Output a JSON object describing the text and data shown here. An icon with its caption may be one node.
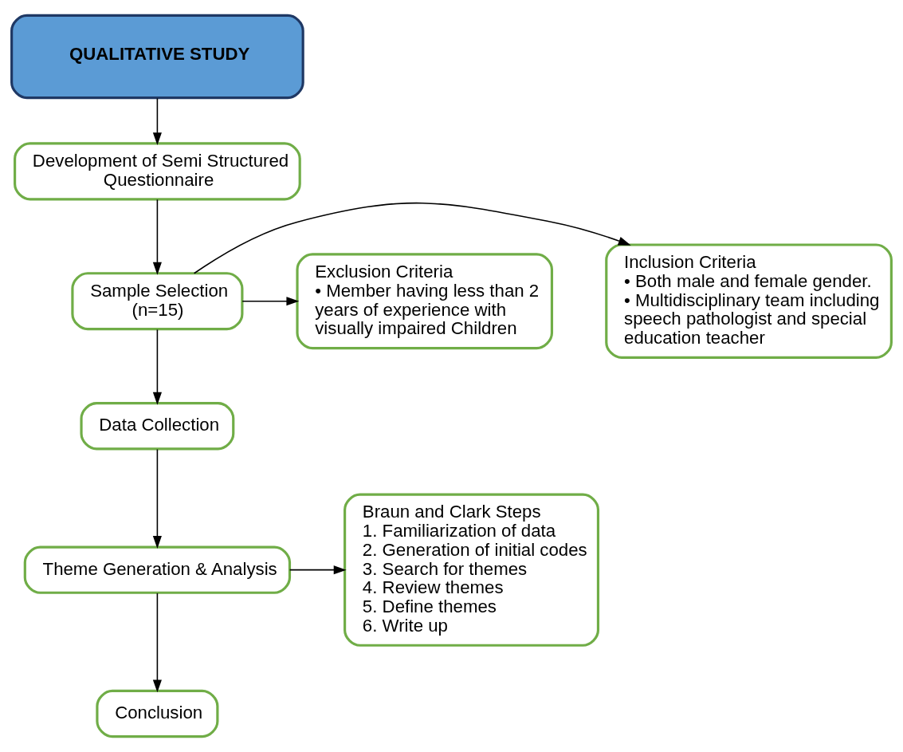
{
  "diagram": {
    "nodes": [
      {
        "text": [
          "QUALITATIVE STUDY"
        ]
      },
      {
        "text": [
          "Development of Semi Structured Questionnaire"
        ]
      },
      {
        "text": [
          "Inclusion Criteria",
          "• Both male and female gender.",
          "• Multidisciplinary team including speech pathologist and special education teacher"
        ]
      },
      {
        "text": [
          "Sample Selection (n=15)"
        ]
      },
      {
        "text": [
          "Exclusion Criteria",
          "• Member having less than 2 years of experience with visually impaired Children"
        ]
      },
      {
        "text": [
          "Data Collection"
        ]
      },
      {
        "text": [
          "Theme Generation & Analysis"
        ]
      },
      {
        "text": [
          "Braun and Clark Steps",
          "1. Familiarization of data",
          "2. Generation of initial codes",
          "3. Search for themes",
          "4. Review themes",
          "5. Define themes",
          "6. Write up"
        ]
      },
      {
        "text": [
          "Conclusion"
        ]
      }
    ],
    "edges": [
      {
        "from": 0,
        "to": 1,
        "arrow": "to"
      },
      {
        "from": 1,
        "to": 3,
        "arrow": "to"
      },
      {
        "from": 3,
        "to": 2,
        "arrow": "to"
      },
      {
        "from": 3,
        "to": 4,
        "arrow": "to"
      },
      {
        "from": 3,
        "to": 5,
        "arrow": "to"
      },
      {
        "from": 5,
        "to": 6,
        "arrow": "to"
      },
      {
        "from": 6,
        "to": 7,
        "arrow": "to"
      },
      {
        "from": 6,
        "to": 8,
        "arrow": "to"
      }
    ]
  }
}
